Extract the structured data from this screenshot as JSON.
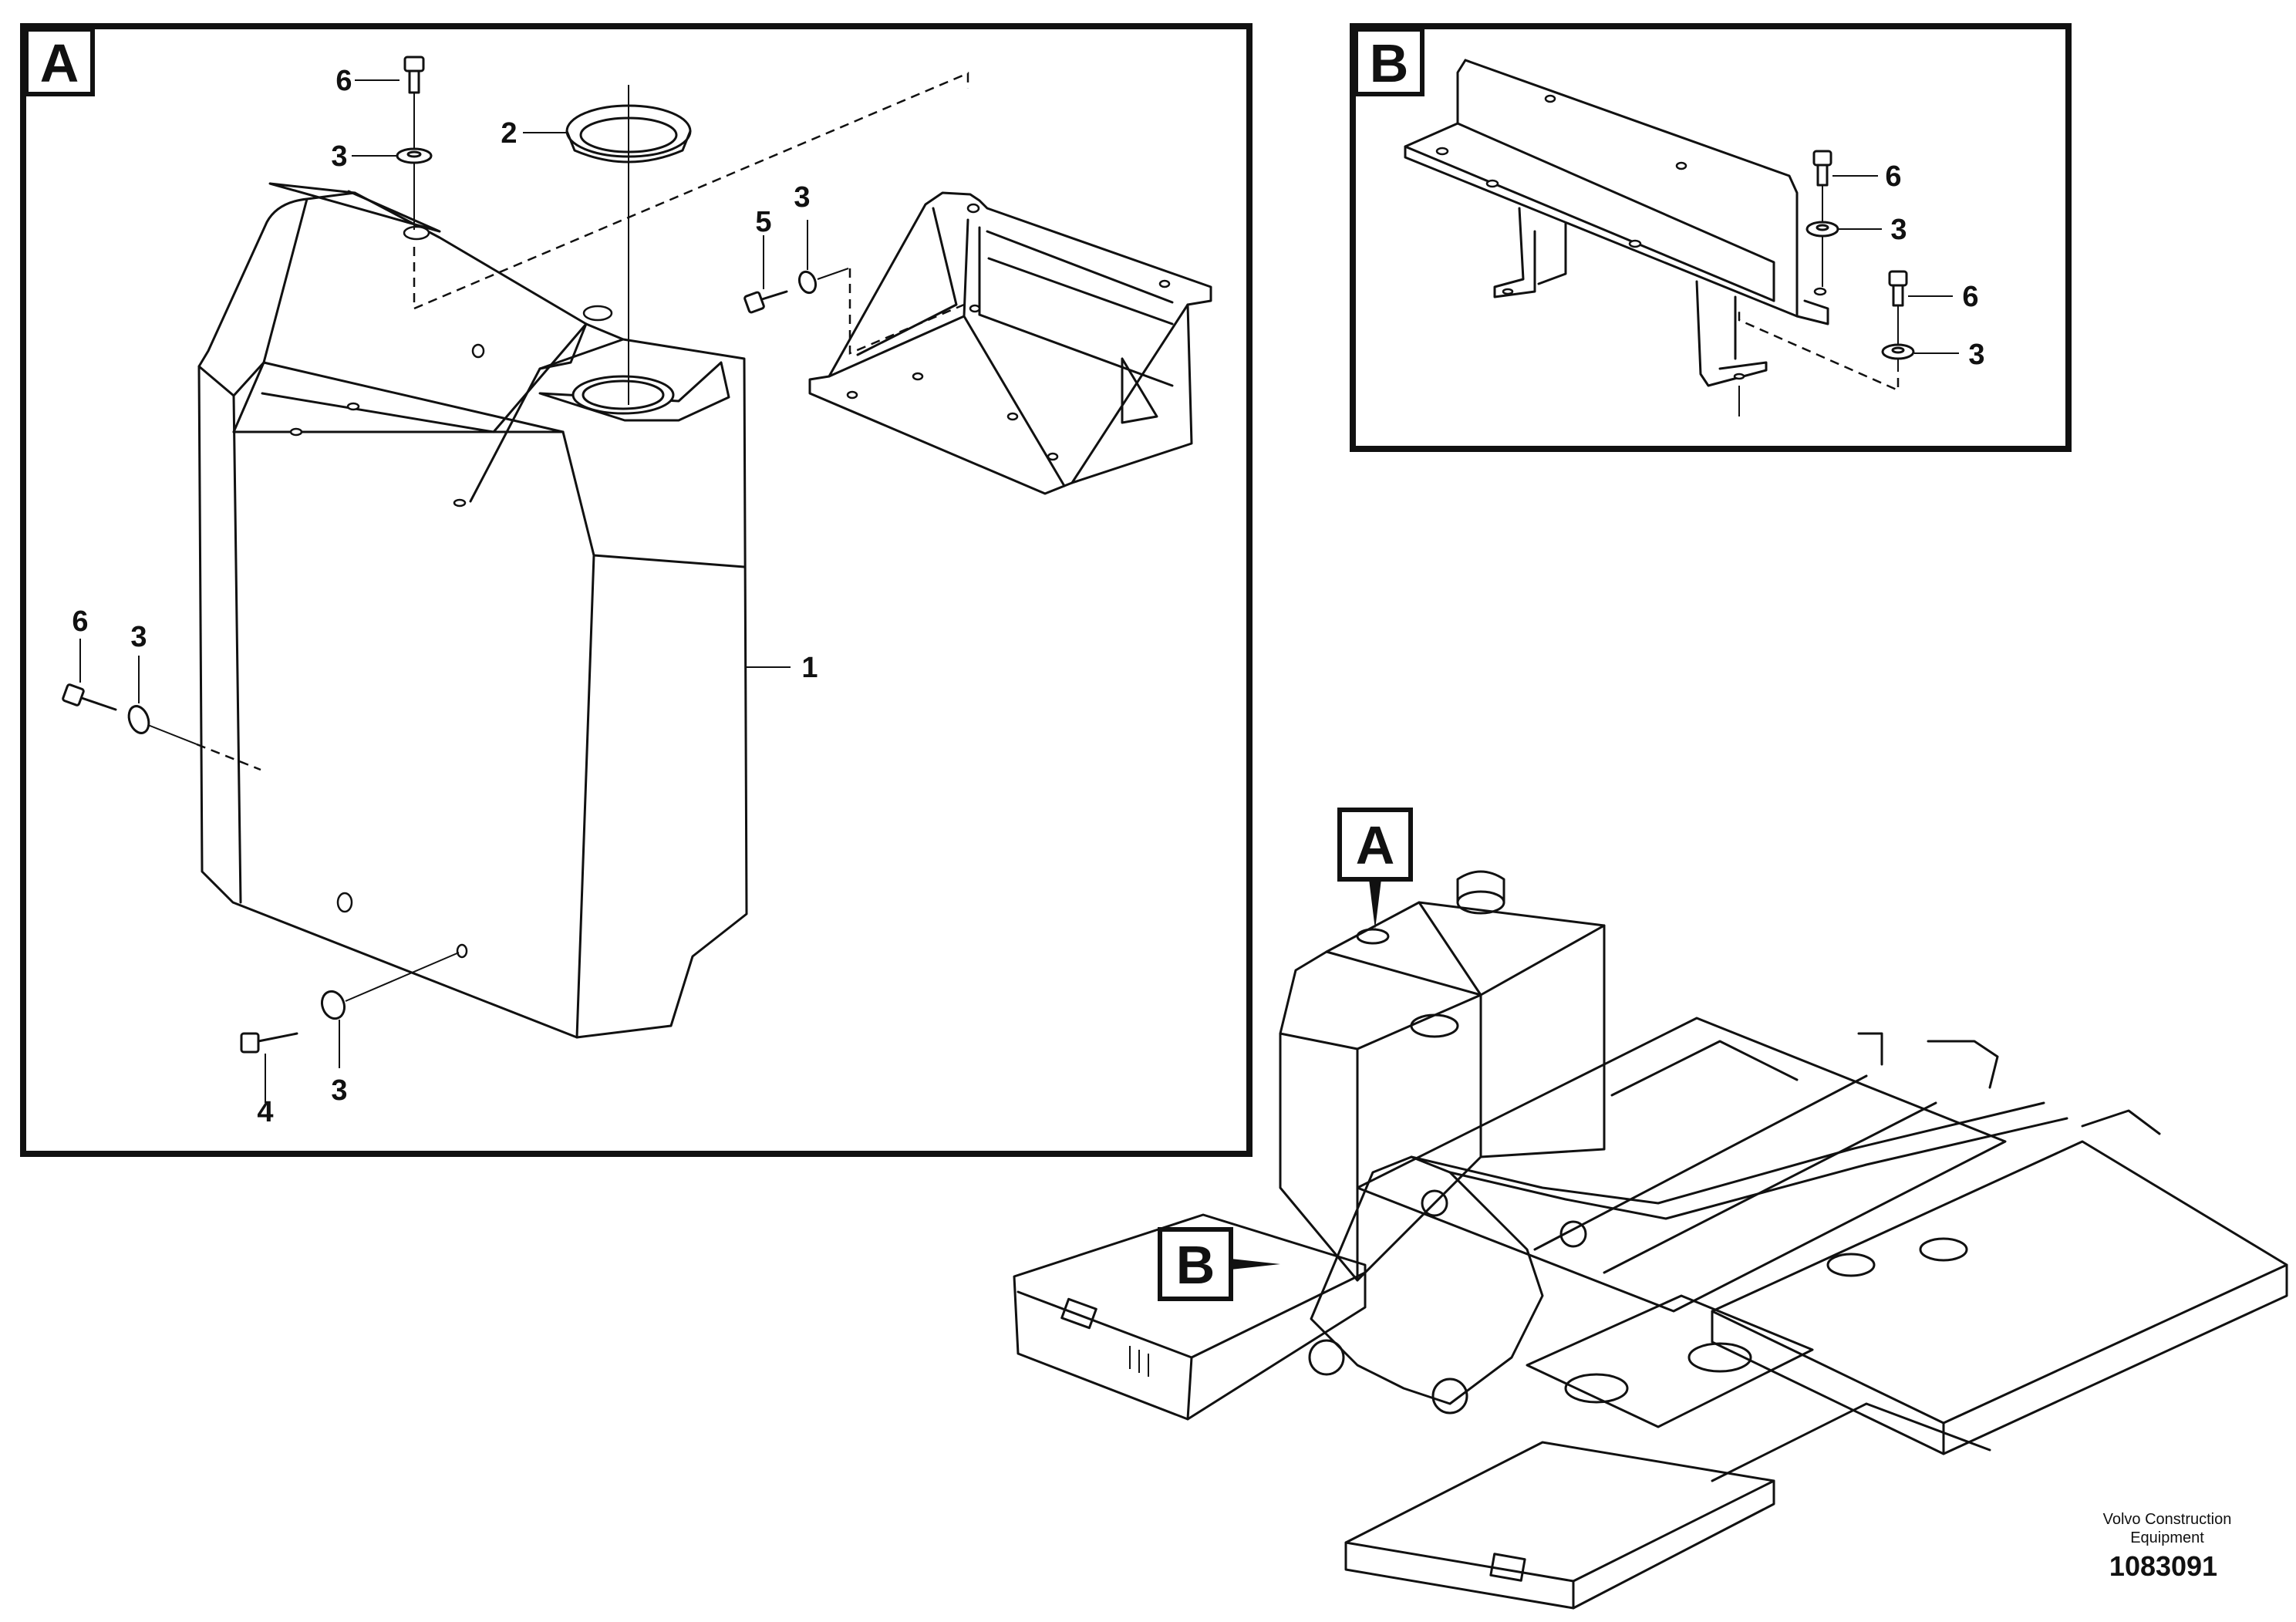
{
  "views": {
    "a": {
      "tag": "A"
    },
    "b": {
      "tag": "B"
    }
  },
  "callouts_a": {
    "c6_top": "6",
    "c3_top": "3",
    "c2": "2",
    "c5": "5",
    "c3_right": "3",
    "c1": "1",
    "c6_left": "6",
    "c3_left": "3",
    "c4": "4",
    "c3_bottom": "3"
  },
  "callouts_b": {
    "c6_upper": "6",
    "c3_upper": "3",
    "c6_lower": "6",
    "c3_lower": "3"
  },
  "overview": {
    "tag_a": "A",
    "tag_b": "B"
  },
  "footer": {
    "company_line1": "Volvo Construction",
    "company_line2": "Equipment",
    "drawing_number": "1083091"
  }
}
